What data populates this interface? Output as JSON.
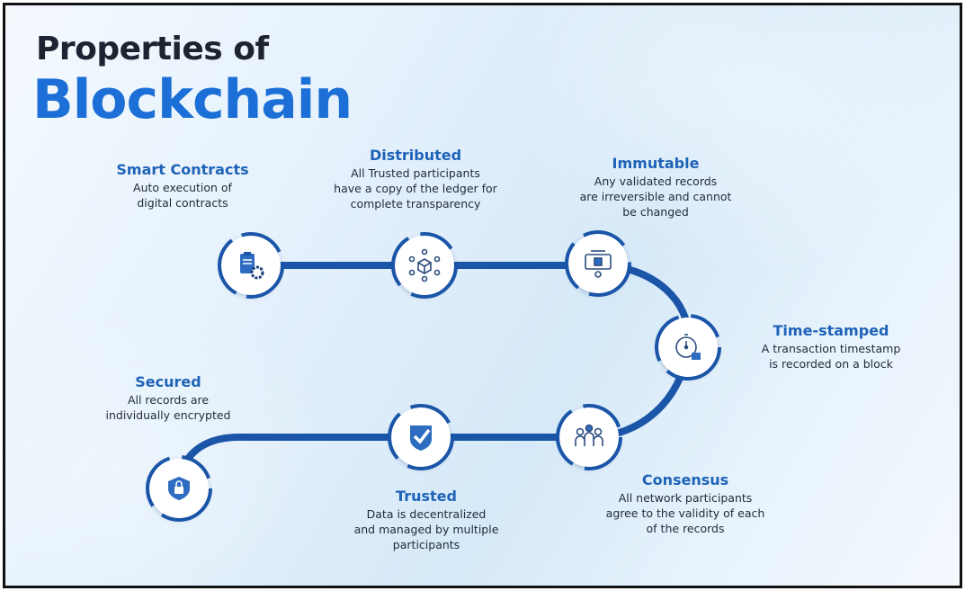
{
  "title": {
    "line1": "Properties of",
    "line2": "Blockchain"
  },
  "colors": {
    "accent": "#1b6fd6",
    "path": "#1a55a8",
    "heading": "#1e63b8"
  },
  "properties": [
    {
      "title": "Smart Contracts",
      "desc": [
        "Auto execution of",
        "digital contracts"
      ],
      "icon": "clipboard-gear-icon"
    },
    {
      "title": "Distributed",
      "desc": [
        "All Trusted participants",
        "have a copy of the ledger for",
        "complete transparency"
      ],
      "icon": "network-cube-icon"
    },
    {
      "title": "Immutable",
      "desc": [
        "Any validated records",
        "are irreversible and cannot",
        "be changed"
      ],
      "icon": "locked-records-icon"
    },
    {
      "title": "Time-stamped",
      "desc": [
        "A transaction timestamp",
        "is recorded on a block"
      ],
      "icon": "stopwatch-icon"
    },
    {
      "title": "Consensus",
      "desc": [
        "All network participants",
        "agree to the validity of each",
        "of the records"
      ],
      "icon": "people-group-icon"
    },
    {
      "title": "Trusted",
      "desc": [
        "Data is decentralized",
        "and managed by multiple",
        "participants"
      ],
      "icon": "shield-check-icon"
    },
    {
      "title": "Secured",
      "desc": [
        "All records are",
        "individually encrypted"
      ],
      "icon": "shield-lock-icon"
    }
  ]
}
